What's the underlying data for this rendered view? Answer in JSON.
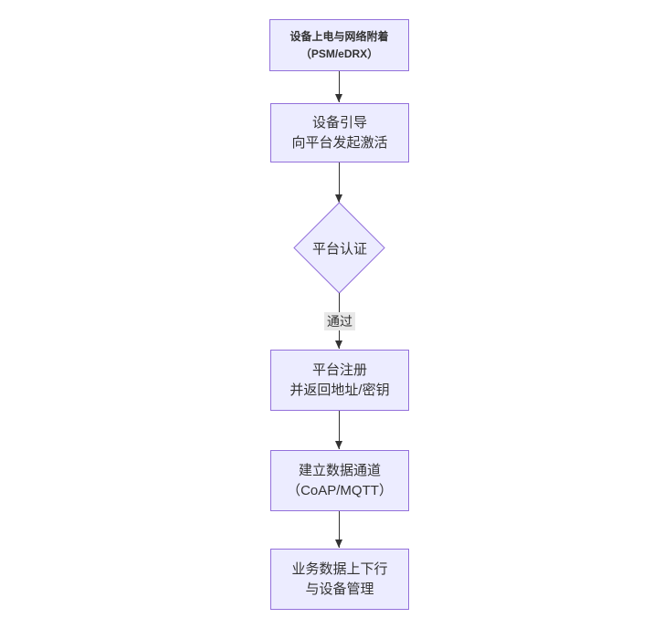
{
  "diagram": {
    "type": "flowchart",
    "direction": "top-down",
    "nodes": [
      {
        "shape": "rect",
        "lines": [
          "设备上电与网络附着",
          "（PSM/eDRX）"
        ]
      },
      {
        "shape": "rect",
        "lines": [
          "设备引导",
          "向平台发起激活"
        ]
      },
      {
        "shape": "diamond",
        "lines": [
          "平台认证"
        ]
      },
      {
        "shape": "rect",
        "lines": [
          "平台注册",
          "并返回地址/密钥"
        ]
      },
      {
        "shape": "rect",
        "lines": [
          "建立数据通道",
          "（CoAP/MQTT）"
        ]
      },
      {
        "shape": "rect",
        "lines": [
          "业务数据上下行",
          "与设备管理"
        ]
      }
    ],
    "edges": [
      {
        "from": 0,
        "to": 1,
        "label": ""
      },
      {
        "from": 1,
        "to": 2,
        "label": ""
      },
      {
        "from": 2,
        "to": 3,
        "label": "通过"
      },
      {
        "from": 3,
        "to": 4,
        "label": ""
      },
      {
        "from": 4,
        "to": 5,
        "label": ""
      }
    ],
    "colors": {
      "node_fill": "#ECECFF",
      "node_border": "#9370DB",
      "edge_line": "#333333",
      "text": "#333333",
      "edge_label_bg": "#e8e8e8"
    }
  }
}
